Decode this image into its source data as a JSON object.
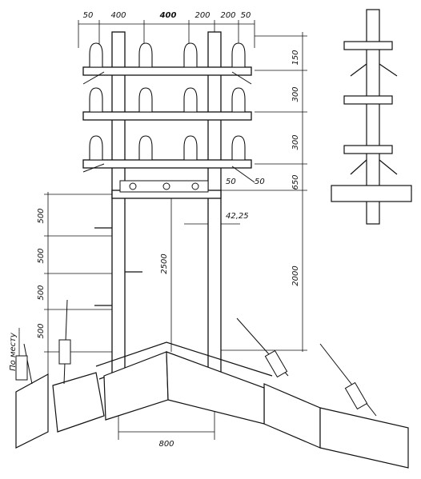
{
  "top_dimensions": [
    "50",
    "400",
    "400",
    "200",
    "200",
    "50"
  ],
  "right_dimensions": [
    "150",
    "300",
    "300",
    "650",
    "2000"
  ],
  "left_dimensions": [
    "500",
    "500",
    "500",
    "500"
  ],
  "left_note": "По месту",
  "center_dimensions": {
    "post_height": "2500",
    "offset": "42,25",
    "bracket_gap": "50",
    "bracket_gap2": "50"
  },
  "bottom_dimension": "800"
}
